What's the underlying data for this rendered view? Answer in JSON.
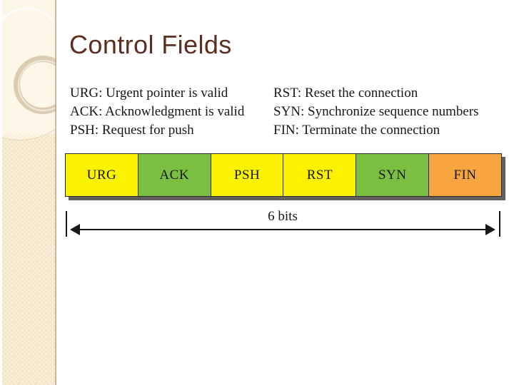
{
  "slide": {
    "title": "Control Fields",
    "title_color": "#5c2f20",
    "background_color": "#ffffff"
  },
  "sidebar": {
    "band_color": "#f3e4c3",
    "ring_color": "#d0be9d"
  },
  "legend": {
    "left_column": [
      "URG: Urgent pointer is valid",
      "ACK: Acknowledgment is valid",
      "PSH: Request for push"
    ],
    "right_column": [
      "RST: Reset the connection",
      "SYN: Synchronize sequence numbers",
      "FIN: Terminate the connection"
    ]
  },
  "field_bar": {
    "cells": [
      {
        "label": "URG",
        "color": "#fbf200"
      },
      {
        "label": "ACK",
        "color": "#7bbf42"
      },
      {
        "label": "PSH",
        "color": "#fbf200"
      },
      {
        "label": "RST",
        "color": "#fbf200"
      },
      {
        "label": "SYN",
        "color": "#7bbf42"
      },
      {
        "label": "FIN",
        "color": "#f7a541"
      }
    ],
    "border_color": "#2b2b2b",
    "shadow_color": "#3c3a38"
  },
  "dimension": {
    "label": "6 bits",
    "line_color": "#171717"
  }
}
